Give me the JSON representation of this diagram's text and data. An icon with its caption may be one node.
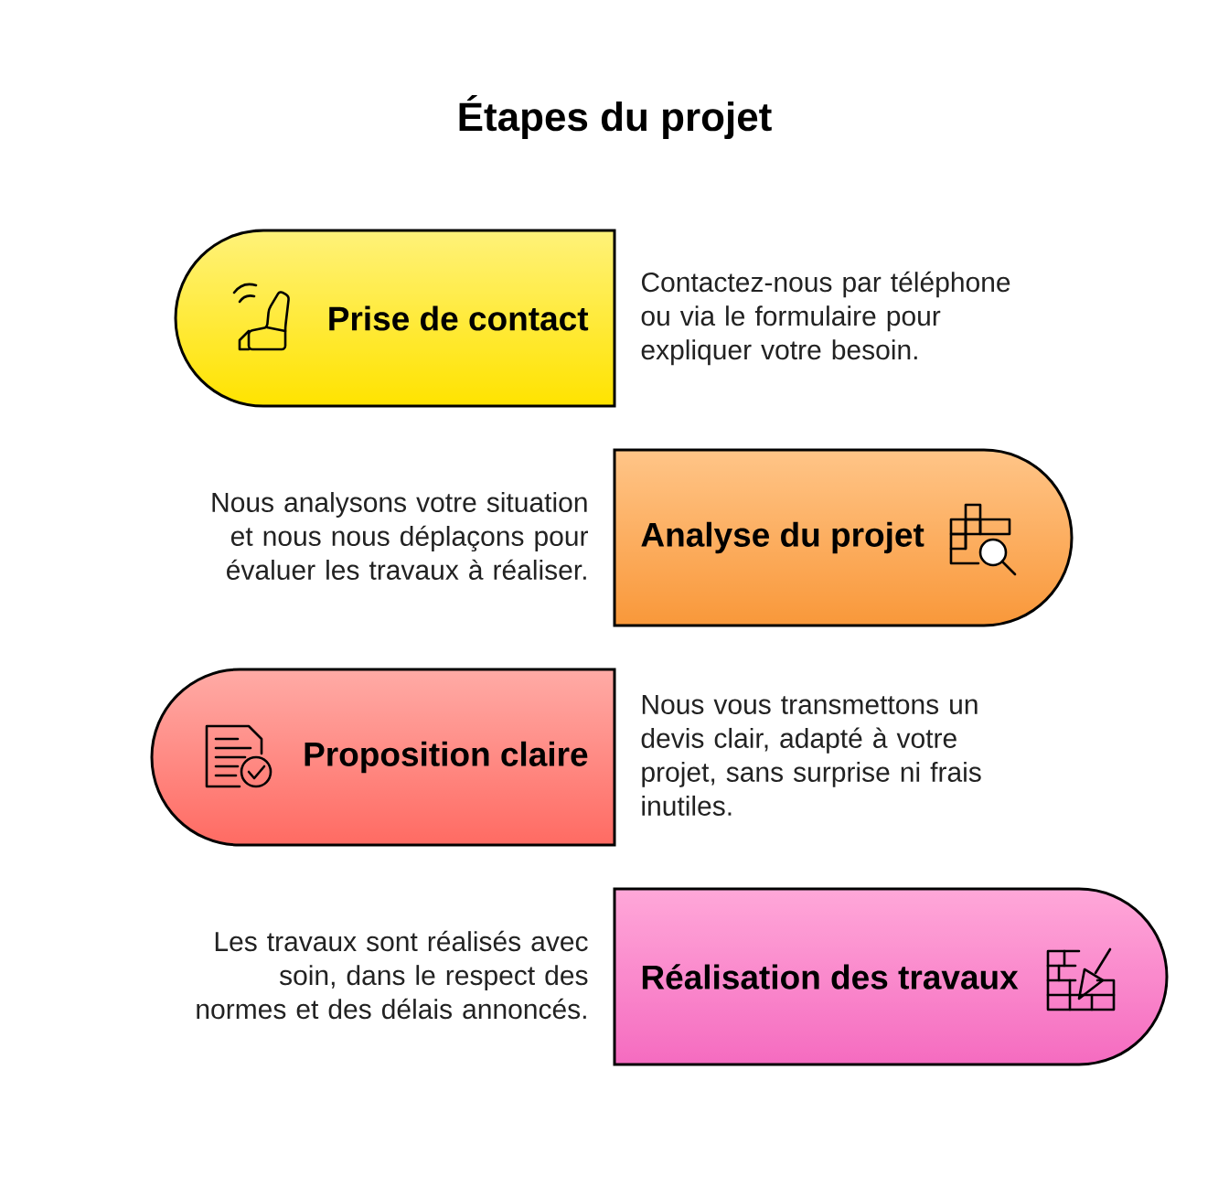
{
  "diagram": {
    "title": "Étapes du projet",
    "nodes": [
      {
        "text": [
          "Prise de contact"
        ],
        "beside": [
          "Contactez-nous par téléphone ou via le formulaire pour expliquer votre besoin."
        ]
      },
      {
        "text": [
          "Analyse du projet"
        ],
        "beside": [
          "Nous analysons votre situation et nous nous déplaçons pour évaluer les travaux à réaliser."
        ]
      },
      {
        "text": [
          "Proposition claire"
        ],
        "beside": [
          "Nous vous transmettons un devis clair, adapté à votre projet, sans surprise ni frais inutiles."
        ]
      },
      {
        "text": [
          "Réalisation des travaux"
        ],
        "beside": [
          "Les travaux sont réalisés avec soin, dans le respect des normes et des délais annoncés."
        ]
      }
    ]
  }
}
